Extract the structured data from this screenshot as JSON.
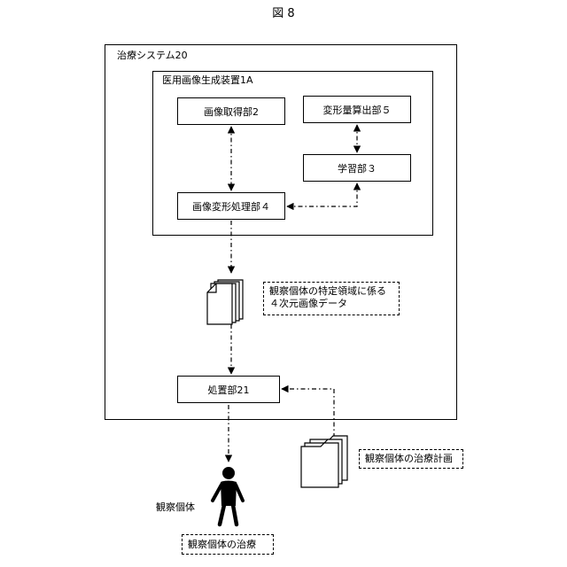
{
  "figure": {
    "title": "図 8"
  },
  "treatment_system": {
    "label": "治療システム20"
  },
  "generator": {
    "label": "医用画像生成装置1A"
  },
  "blocks": {
    "image_acquisition": "画像取得部2",
    "deformation_calc": "変形量算出部５",
    "learning": "学習部３",
    "deformation_processing": "画像変形処理部４",
    "treatment_unit": "処置部21"
  },
  "data_note": {
    "line1": "観察個体の特定領域に係る",
    "line2": "４次元画像データ"
  },
  "plan_note": {
    "label": "観察個体の治療計画"
  },
  "subject": {
    "label": "観察個体"
  },
  "outcome_note": {
    "label": "観察個体の治療"
  }
}
